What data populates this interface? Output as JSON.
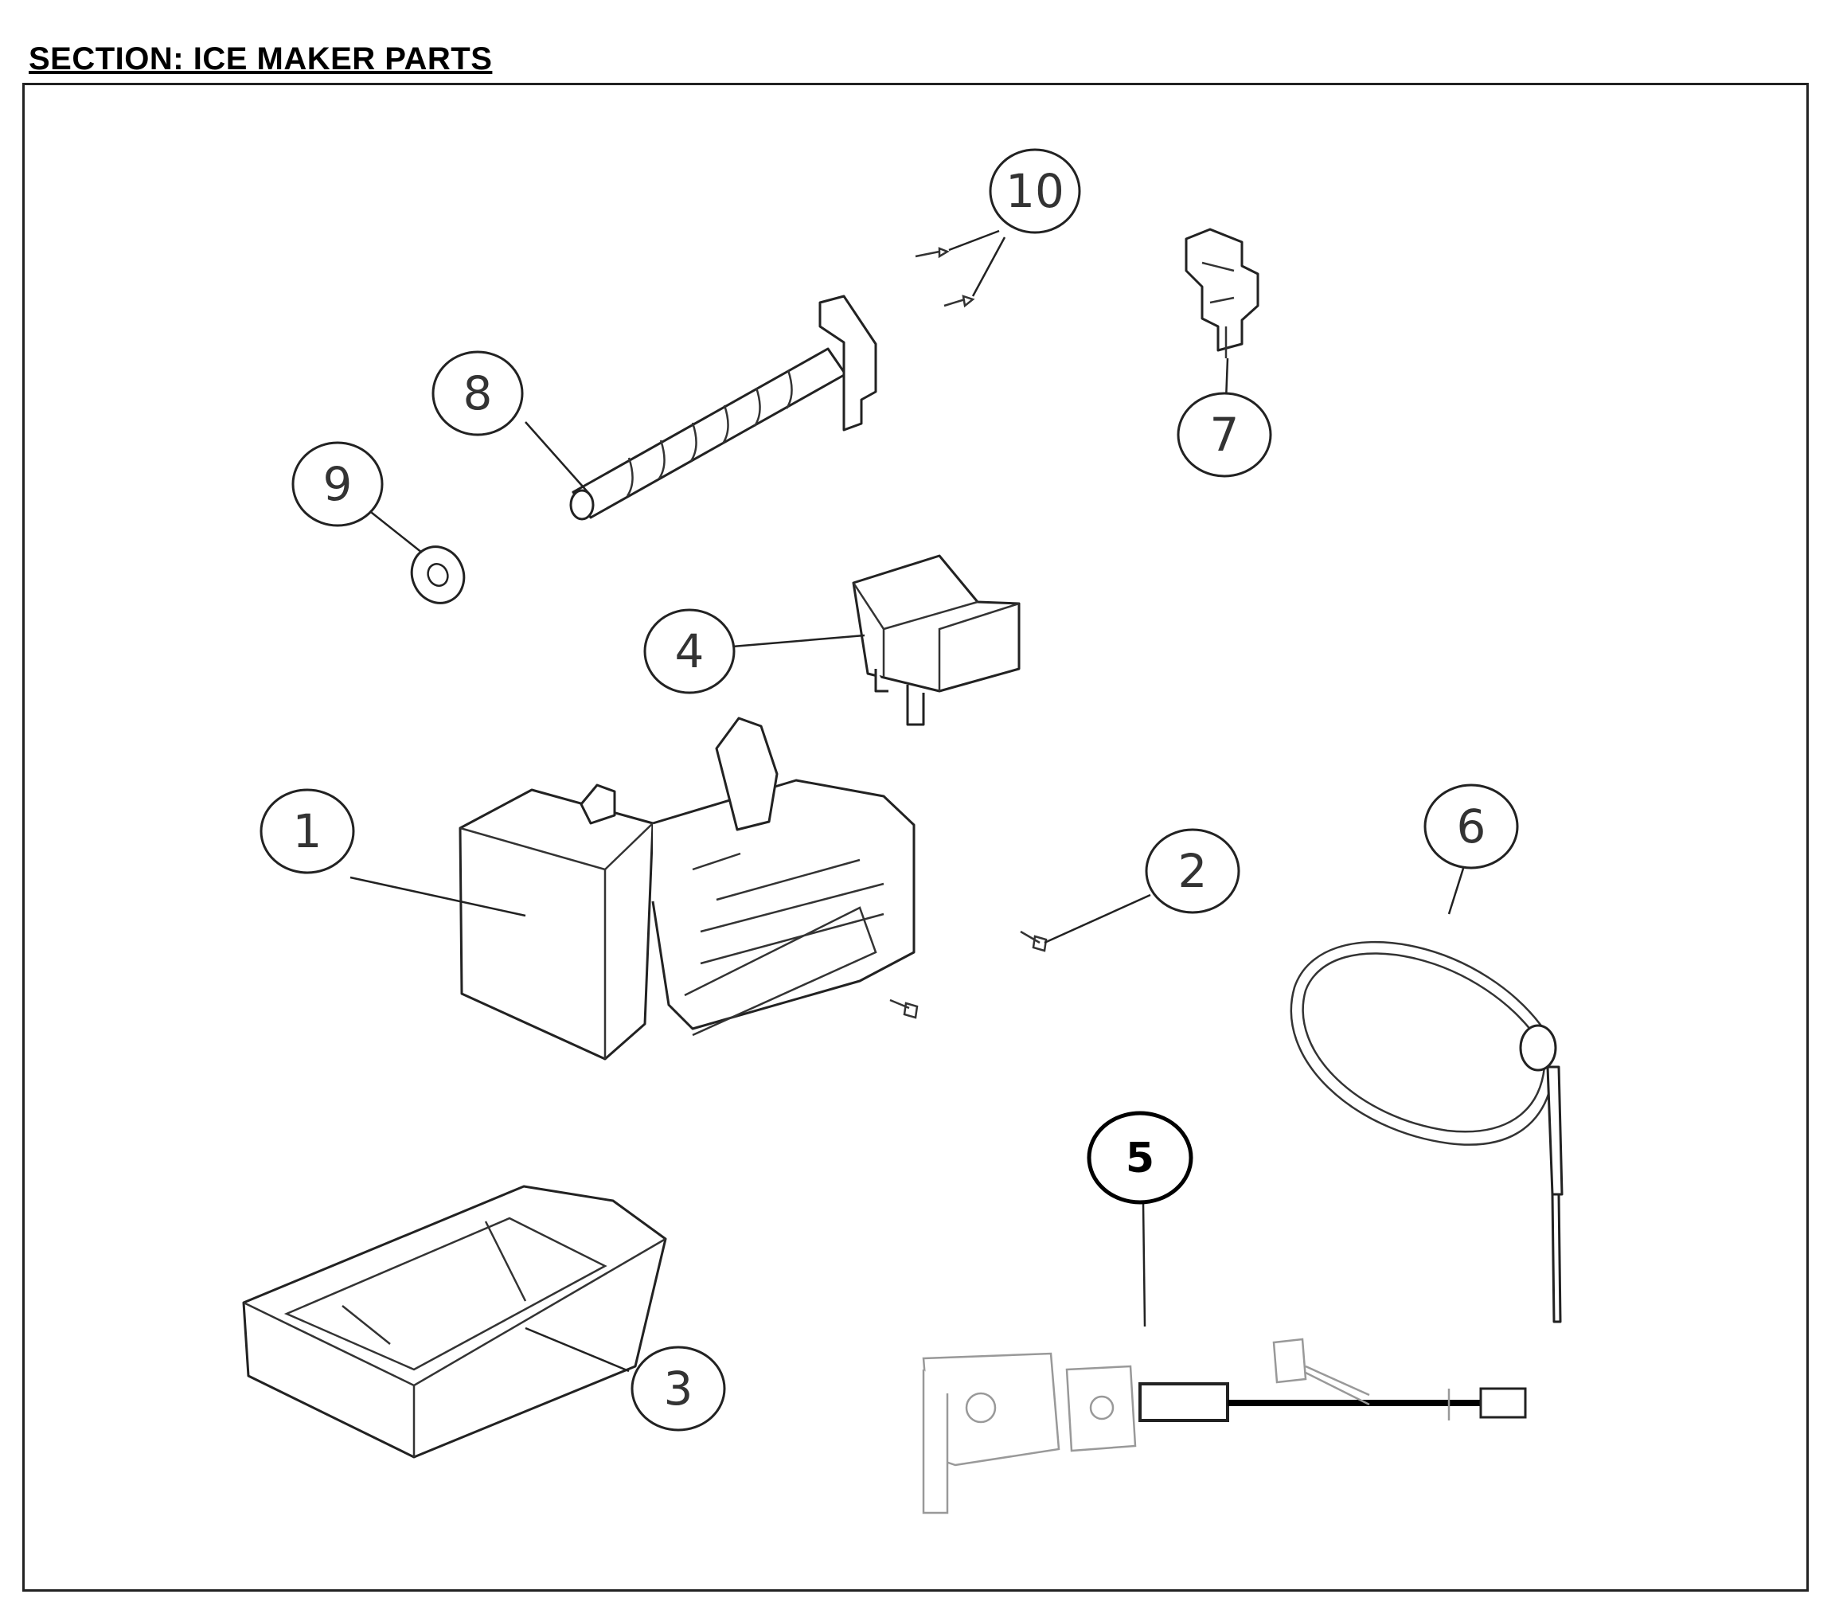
{
  "header": {
    "section_title": "SECTION: ICE MAKER PARTS"
  },
  "callouts": [
    {
      "id": "1",
      "label": "1",
      "part": "ice-maker-assembly"
    },
    {
      "id": "2",
      "label": "2",
      "part": "mounting-screws"
    },
    {
      "id": "3",
      "label": "3",
      "part": "ice-bin"
    },
    {
      "id": "4",
      "label": "4",
      "part": "fill-cup"
    },
    {
      "id": "5",
      "label": "5",
      "part": "water-valve",
      "emphasized": true
    },
    {
      "id": "6",
      "label": "6",
      "part": "fill-tube"
    },
    {
      "id": "7",
      "label": "7",
      "part": "clip"
    },
    {
      "id": "8",
      "label": "8",
      "part": "auger"
    },
    {
      "id": "9",
      "label": "9",
      "part": "washer"
    },
    {
      "id": "10",
      "label": "10",
      "part": "screws"
    }
  ],
  "colors": {
    "line": "#222222",
    "valve_grey": "#999999",
    "background": "#ffffff"
  }
}
